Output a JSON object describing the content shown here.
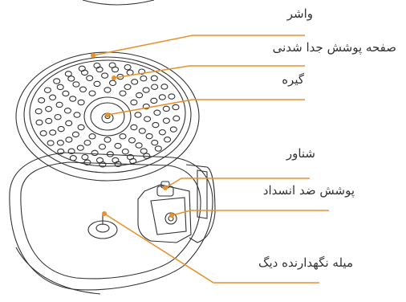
{
  "labels": {
    "washer": "واشر",
    "removable_lid": "صفحه پوشش جدا شدنی",
    "holder": "گیره",
    "float": "شناور",
    "anti_block_cover": "پوشش ضد انسداد",
    "pot_holder_rod": "میله نگهدارنده دیگ"
  },
  "colors": {
    "leader": "#e8912b",
    "outline": "#333333"
  }
}
